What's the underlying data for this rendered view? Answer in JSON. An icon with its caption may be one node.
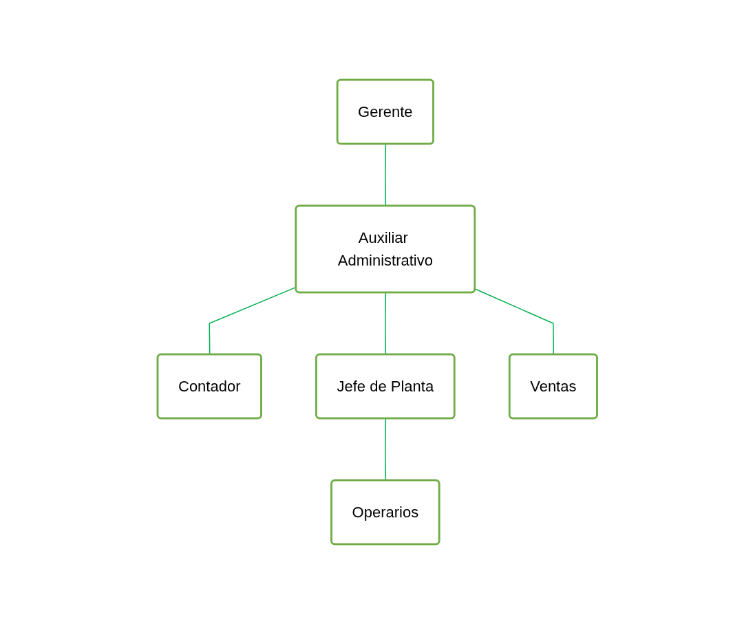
{
  "diagram": {
    "nodes": [
      {
        "text": [
          "Gerente"
        ]
      },
      {
        "text": [
          "Auxiliar Administrativo"
        ]
      },
      {
        "text": [
          "Contador"
        ]
      },
      {
        "text": [
          "Jefe de Planta"
        ]
      },
      {
        "text": [
          "Ventas"
        ]
      },
      {
        "text": [
          "Operarios"
        ]
      }
    ],
    "edges": [
      {
        "from": 0,
        "to": 1,
        "arrow": "none"
      },
      {
        "from": 1,
        "to": 2,
        "arrow": "none"
      },
      {
        "from": 1,
        "to": 3,
        "arrow": "none"
      },
      {
        "from": 1,
        "to": 4,
        "arrow": "none"
      },
      {
        "from": 3,
        "to": 5,
        "arrow": "none"
      }
    ]
  }
}
